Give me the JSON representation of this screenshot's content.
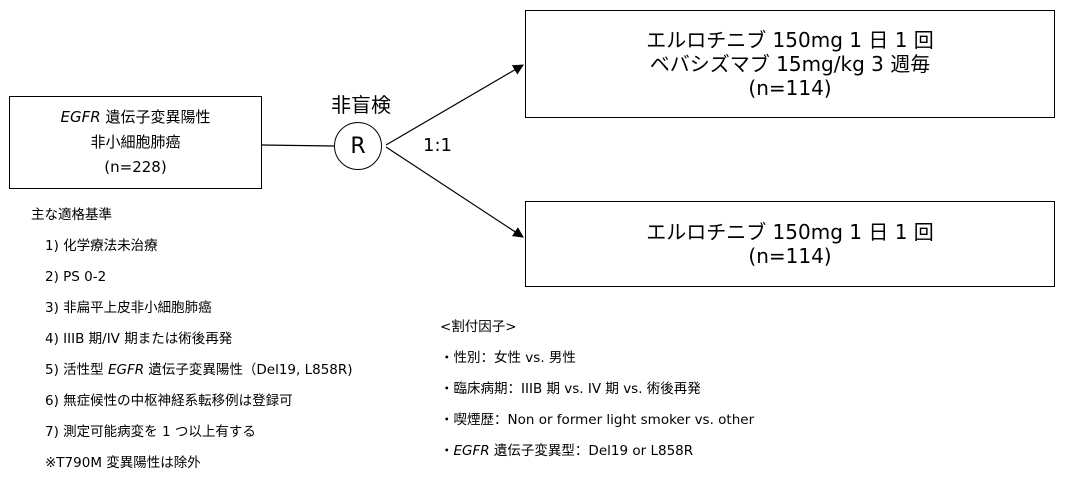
{
  "population": {
    "gene": "EGFR",
    "line1_rest": " 遺伝子変異陽性",
    "line2": "非小細胞肺癌",
    "line3": "(n=228)"
  },
  "randomization": {
    "label": "非盲検",
    "symbol": "R",
    "ratio": "1:1"
  },
  "arms": [
    {
      "lines": [
        "エルロチニブ 150mg 1 日 1 回",
        "ベバシズマブ 15mg/kg 3 週毎",
        "(n=114)"
      ]
    },
    {
      "lines": [
        "エルロチニブ 150mg 1 日 1 回",
        "(n=114)"
      ]
    }
  ],
  "eligibility": {
    "heading": "主な適格基準",
    "items": [
      "1) 化学療法未治療",
      "2) PS 0-2",
      "3) 非扁平上皮非小細胞肺癌",
      "4) IIIB 期/IV 期または術後再発"
    ],
    "item5": {
      "prefix": "5) 活性型 ",
      "gene": "EGFR",
      "suffix": " 遺伝子変異陽性（Del19, L858R)"
    },
    "items_after": [
      "6) 無症候性の中枢神経系転移例は登録可",
      "7) 測定可能病変を 1 つ以上有する"
    ],
    "note": "※T790M 変異陽性は除外"
  },
  "stratification": {
    "heading": "<割付因子>",
    "items": [
      "・性別：女性 vs. 男性",
      "・臨床病期：IIIB 期 vs. IV 期 vs. 術後再発",
      "・喫煙歴：Non or former light smoker vs. other"
    ],
    "item4": {
      "prefix": "・",
      "gene": "EGFR",
      "suffix": " 遺伝子変異型：Del19 or L858R"
    }
  }
}
